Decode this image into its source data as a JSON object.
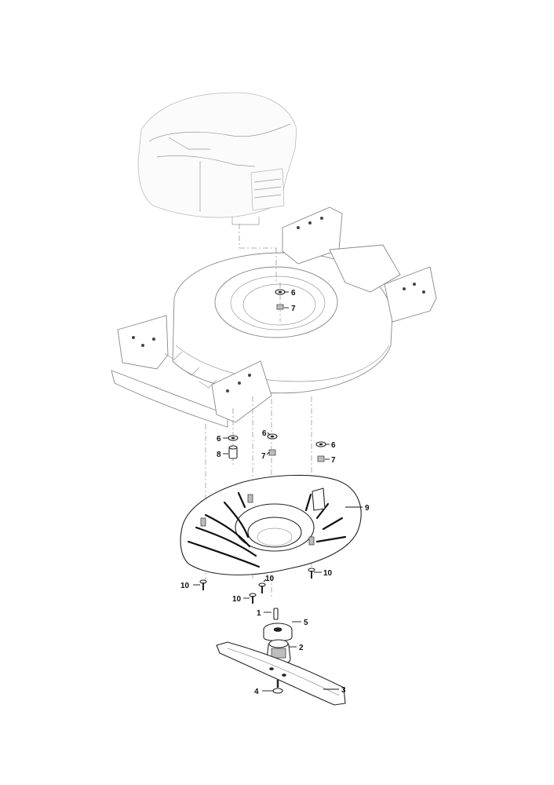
{
  "callouts": {
    "c1": "1",
    "c2": "2",
    "c3": "3",
    "c4": "4",
    "c5": "5",
    "c6a": "6",
    "c6b": "6",
    "c6c": "6",
    "c6d": "6",
    "c7a": "7",
    "c7b": "7",
    "c7c": "7",
    "c8": "8",
    "c9": "9",
    "c10a": "10",
    "c10b": "10",
    "c10c": "10",
    "c10d": "10"
  },
  "colors": {
    "line": "#222222",
    "faded": "#bbbbbb",
    "background": "#ffffff"
  }
}
